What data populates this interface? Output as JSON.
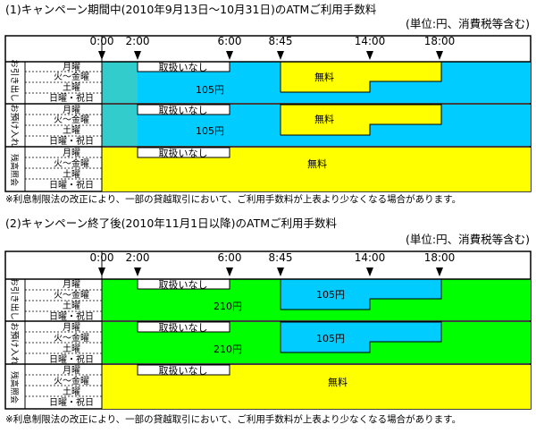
{
  "colors": {
    "blue": "#00ccff",
    "teal": "#33cccc",
    "yellow": "#ffff00",
    "green": "#00ff00"
  },
  "sections": [
    {
      "title": "(1)キャンペーン期間中(2010年9月13日～10月31日)のATMご利用手数料",
      "unit": "(単位:円、消費税等含む)",
      "times": [
        "0:00",
        "2:00",
        "6:00",
        "8:45",
        "14:00",
        "18:00"
      ],
      "groups": [
        {
          "label": "お引き出し",
          "days": [
            "月曜",
            "火～金曜",
            "土曜",
            "日曜・祝日"
          ],
          "no_service": "取扱いなし",
          "fee_main": "105円",
          "fee_special": "無料"
        },
        {
          "label": "お預け入れ",
          "days": [
            "月曜",
            "火～金曜",
            "土曜",
            "日曜・祝日"
          ],
          "no_service": "取扱いなし",
          "fee_main": "105円",
          "fee_special": "無料"
        },
        {
          "label": "残高照会",
          "days": [
            "月曜",
            "火～金曜",
            "土曜",
            "日曜・祝日"
          ],
          "no_service": "取扱いなし",
          "fee_main": "無料"
        }
      ],
      "note": "※利息制限法の改正により、一部の貸越取引において、ご利用手数料が上表より少なくなる場合があります。"
    },
    {
      "title": "(2)キャンペーン終了後(2010年11月1日以降)のATMご利用手数料",
      "unit": "(単位:円、消費税等含む)",
      "times": [
        "0:00",
        "2:00",
        "6:00",
        "8:45",
        "14:00",
        "18:00"
      ],
      "groups": [
        {
          "label": "お引き出し",
          "days": [
            "月曜",
            "火～金曜",
            "土曜",
            "日曜・祝日"
          ],
          "no_service": "取扱いなし",
          "fee_main": "210円",
          "fee_special": "105円"
        },
        {
          "label": "お預け入れ",
          "days": [
            "月曜",
            "火～金曜",
            "土曜",
            "日曜・祝日"
          ],
          "no_service": "取扱いなし",
          "fee_main": "210円",
          "fee_special": "105円"
        },
        {
          "label": "残高照会",
          "days": [
            "月曜",
            "火～金曜",
            "土曜",
            "日曜・祝日"
          ],
          "no_service": "取扱いなし",
          "fee_main": "無料"
        }
      ],
      "note": "※利息制限法の改正により、一部の貸越取引において、ご利用手数料が上表より少なくなる場合があります。"
    }
  ]
}
